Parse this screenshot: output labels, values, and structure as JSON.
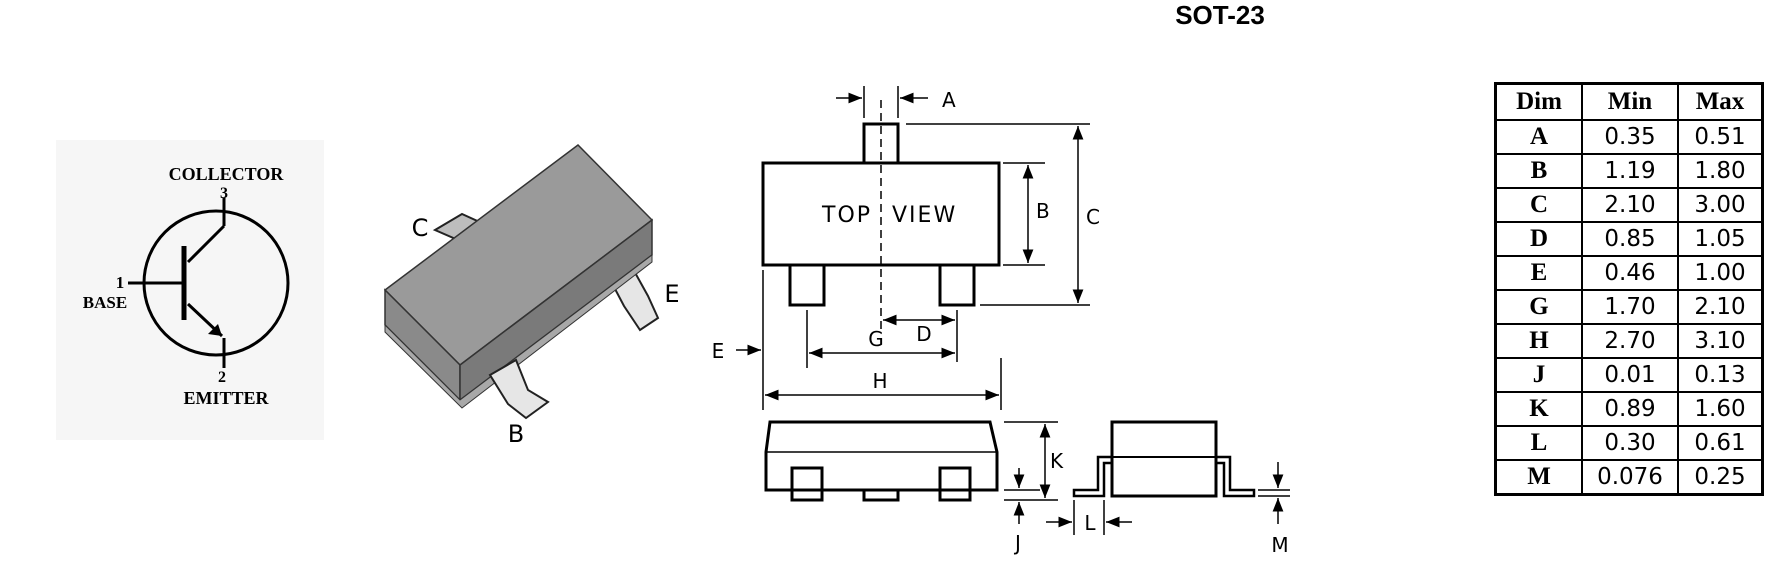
{
  "title": "SOT-23",
  "schematic": {
    "collector_label": "COLLECTOR",
    "collector_pin": "3",
    "base_pin": "1",
    "base_label": "BASE",
    "emitter_pin": "2",
    "emitter_label": "EMITTER"
  },
  "package_3d": {
    "lead_c": "C",
    "lead_e": "E",
    "lead_b": "B"
  },
  "drawing": {
    "top_view_left": "TOP",
    "top_view_right": "VIEW",
    "dim_a": "A",
    "dim_b": "B",
    "dim_c": "C",
    "dim_d": "D",
    "dim_e": "E",
    "dim_g": "G",
    "dim_h": "H",
    "dim_j": "J",
    "dim_k": "K",
    "dim_l": "L",
    "dim_m": "M"
  },
  "table": {
    "headers": [
      "Dim",
      "Min",
      "Max"
    ],
    "rows": [
      {
        "dim": "A",
        "min": "0.35",
        "max": "0.51"
      },
      {
        "dim": "B",
        "min": "1.19",
        "max": "1.80"
      },
      {
        "dim": "C",
        "min": "2.10",
        "max": "3.00"
      },
      {
        "dim": "D",
        "min": "0.85",
        "max": "1.05"
      },
      {
        "dim": "E",
        "min": "0.46",
        "max": "1.00"
      },
      {
        "dim": "G",
        "min": "1.70",
        "max": "2.10"
      },
      {
        "dim": "H",
        "min": "2.70",
        "max": "3.10"
      },
      {
        "dim": "J",
        "min": "0.01",
        "max": "0.13"
      },
      {
        "dim": "K",
        "min": "0.89",
        "max": "1.60"
      },
      {
        "dim": "L",
        "min": "0.30",
        "max": "0.61"
      },
      {
        "dim": "M",
        "min": "0.076",
        "max": "0.25"
      }
    ]
  },
  "colors": {
    "body_fill": "#9a9a9a",
    "body_side": "#7c7c7c",
    "schematic_bg": "#f7f7f7",
    "line": "#000000"
  }
}
